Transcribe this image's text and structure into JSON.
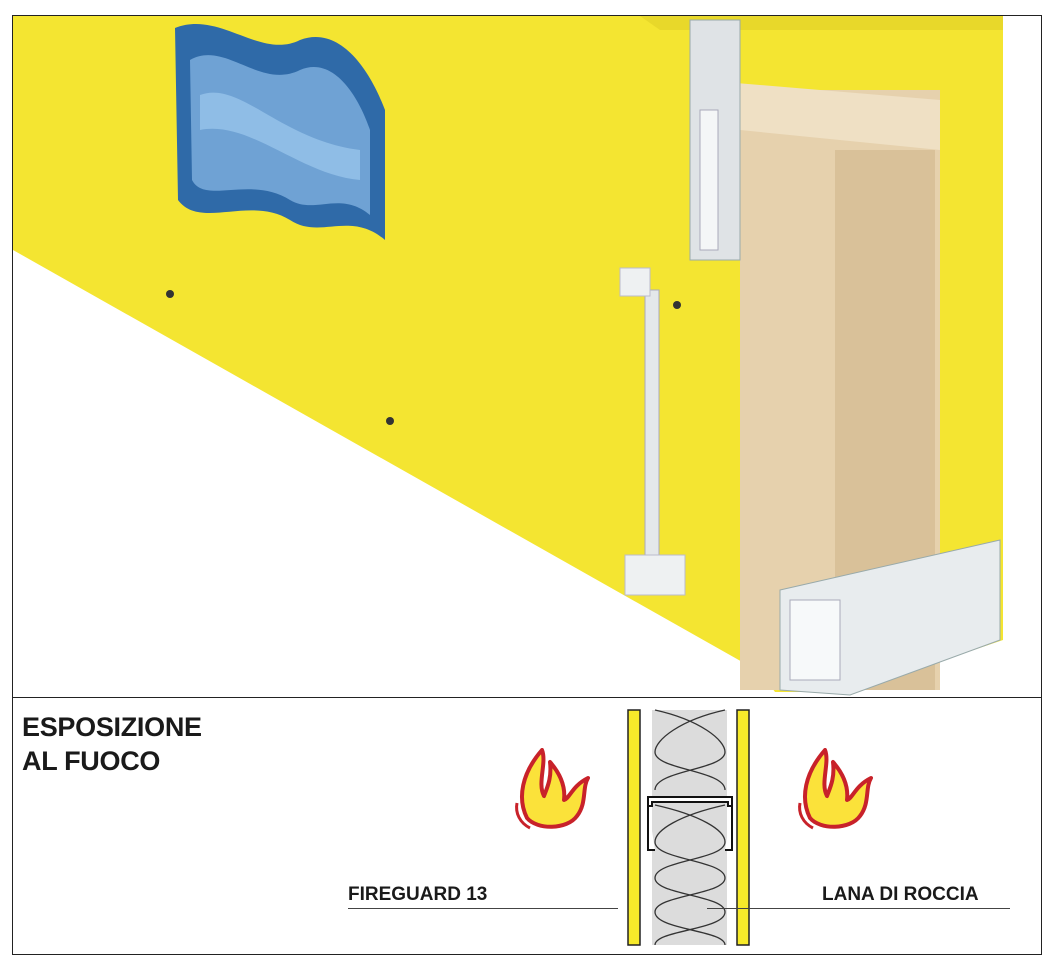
{
  "heading": {
    "line1": "ESPOSIZIONE",
    "line2": "AL FUOCO"
  },
  "labels": {
    "board": "FIREGUARD 13",
    "insulation": "LANA DI ROCCIA"
  },
  "colors": {
    "board_yellow": "#f4e531",
    "duct_blue": "#3b78b8",
    "wood": "#e6d1ad",
    "flame_red": "#c8222a",
    "flame_yellow": "#fbe23a",
    "insulation_gray": "#dcdcdc"
  }
}
